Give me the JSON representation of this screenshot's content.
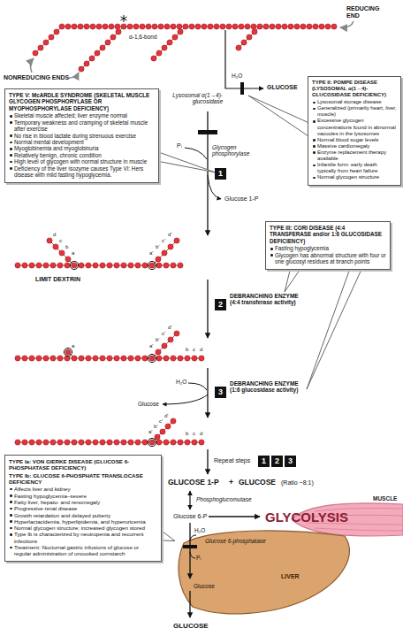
{
  "diagram": {
    "nodes": [
      {
        "text": [
          "TYPE II: POMPE DISEASE (LYSOSOMAL α(1→4)-GLUCOSIDASE DEFICIENCY)",
          "Lysosomal storage disease",
          "Generalized (primarily heart, liver, muscle)",
          "Excessive glycogen concentrations found in abnormal vacuoles in the lysosomes",
          "Normal blood sugar levels",
          "Massive cardiomegaly",
          "Enzyme replacement therapy available",
          "Infantile form: early death typically from heart failure",
          "Normal glycogen structure"
        ]
      },
      {
        "text": [
          "TYPE V: McARDLE SYNDROME (SKELETAL MUSCLE GLYCOGEN PHOSPHORYLASE OR MYOPHOSPHORYLASE DEFICIENCY)",
          "Skeletal muscle affected; liver enzyme normal",
          "Temporary weakness and cramping of skeletal muscle after exercise",
          "No rise in blood lactate during strenuous exercise",
          "Normal mental development",
          "Myoglobinemia and myoglobinuria",
          "Relatively benign, chronic condition",
          "High level of glycogen with normal structure in muscle",
          "Deficiency of the liver isozyme causes Type VI: Hers disease with mild fasting hypoglycemia."
        ]
      },
      {
        "text": [
          "1"
        ]
      },
      {
        "text": [
          "TYPE III: CORI DISEASE (4:4 TRANSFERASE and/or 1:6 GLUCOSIDASE DEFICIENCY)",
          "Fasting hypoglycemia",
          "Glycogen has abnormal structure with four or one glucosyl residues at branch points"
        ]
      },
      {
        "text": [
          "2"
        ]
      },
      {
        "text": [
          "3"
        ]
      },
      {
        "text": [
          "TYPE Ia: VON GIERKE DISEASE (GLUCOSE 6-PHOSPHATASE DEFICIENCY)",
          "TYPE Ib: GLUCOSE 6-PHOSPHATE TRANSLOCASE DEFICIENCY",
          "Affects liver and kidney",
          "Fasting hypoglycemia–severe",
          "Fatty liver, hepato- and renomegaly",
          "Progressive renal disease",
          "Growth retardation and delayed puberty",
          "Hyperlactacidemia, hyperlipidemia, and hyperuricemia",
          "Normal glycogen structure; increased glycogen stored",
          "Type Ib is characterized by neutropenia and recurrent infections",
          "Treatment: Nocturnal gastric infusions of glucose or regular administration of uncooked cornstarch"
        ]
      },
      {
        "text": [
          "1"
        ]
      },
      {
        "text": [
          "2"
        ]
      },
      {
        "text": [
          "3"
        ]
      },
      {
        "text": [
          "MUSCLE",
          "GLYCOLYSIS"
        ]
      },
      {
        "text": [
          "LIVER"
        ]
      }
    ],
    "edges": [
      {
        "from": 1,
        "to": 2,
        "arrow": "to"
      },
      {
        "from": 6,
        "to": 11,
        "arrow": "to"
      }
    ],
    "labels": [
      "REDUCING END",
      "α-1,6-bond",
      "NONREDUCING ENDS",
      "H₂O",
      "GLUCOSE",
      "Lysosomal α(1→4)-glucosidase",
      "Pᵢ",
      "Glycogen phosphorylase",
      "Glucose 1-P",
      "LIMIT DEXTRIN",
      "DEBRANCHING ENZYME (4:4 transferase activity)",
      "H₂O",
      "Glucose",
      "DEBRANCHING ENZYME (1:6 glucosidase activity)",
      "Repeat steps",
      "GLUCOSE 1-P",
      "+",
      "GLUCOSE",
      "(Ratio ~8:1)",
      "Phosphoglucomutase",
      "Glucose 6-P",
      "H₂O",
      "Pᵢ",
      "Glucose 6-phosphatase",
      "Glucose",
      "GLUCOSE",
      "a",
      "b",
      "c",
      "d",
      "a'",
      "b'",
      "c'",
      "d'",
      "a",
      "b",
      "c",
      "d",
      "a'",
      "b'",
      "c'",
      "d'",
      "b",
      "c",
      "d",
      "a'",
      "b'",
      "c'",
      "d'"
    ]
  }
}
